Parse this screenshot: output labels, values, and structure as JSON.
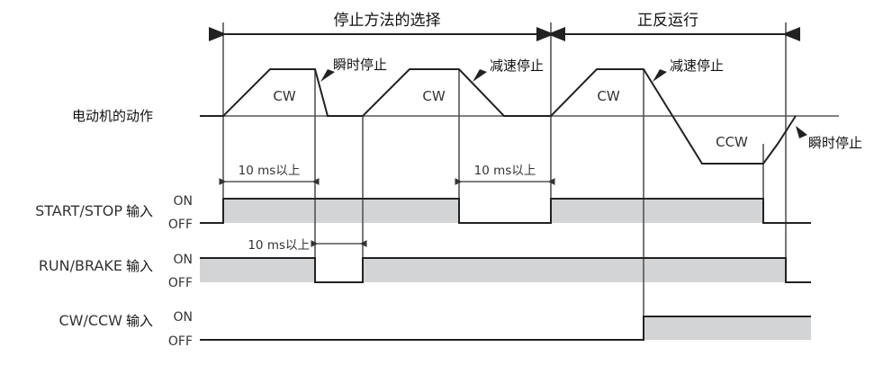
{
  "diagram": {
    "type": "timing-diagram",
    "colors": {
      "line": "#222222",
      "on_band": "#d3d4d6",
      "text": "#111111"
    },
    "sections": [
      {
        "label": "停止方法的选择"
      },
      {
        "label": "正反运行"
      }
    ],
    "motor": {
      "label": "电动机的动作",
      "phases": [
        {
          "direction": "CW",
          "stop_label": "瞬时停止"
        },
        {
          "direction": "CW",
          "stop_label": "减速停止"
        },
        {
          "direction": "CW",
          "stop_label": "减速停止"
        },
        {
          "direction": "CCW",
          "stop_label": "瞬时停止"
        }
      ]
    },
    "timing_notes": [
      {
        "label": "10 ms以上"
      },
      {
        "label": "10 ms以上"
      },
      {
        "label": "10 ms以上"
      }
    ],
    "signals": [
      {
        "name": "START/STOP",
        "suffix": "输入",
        "on": "ON",
        "off": "OFF"
      },
      {
        "name": "RUN/BRAKE",
        "suffix": "输入",
        "on": "ON",
        "off": "OFF"
      },
      {
        "name": "CW/CCW",
        "suffix": "输入",
        "on": "ON",
        "off": "OFF"
      }
    ]
  }
}
